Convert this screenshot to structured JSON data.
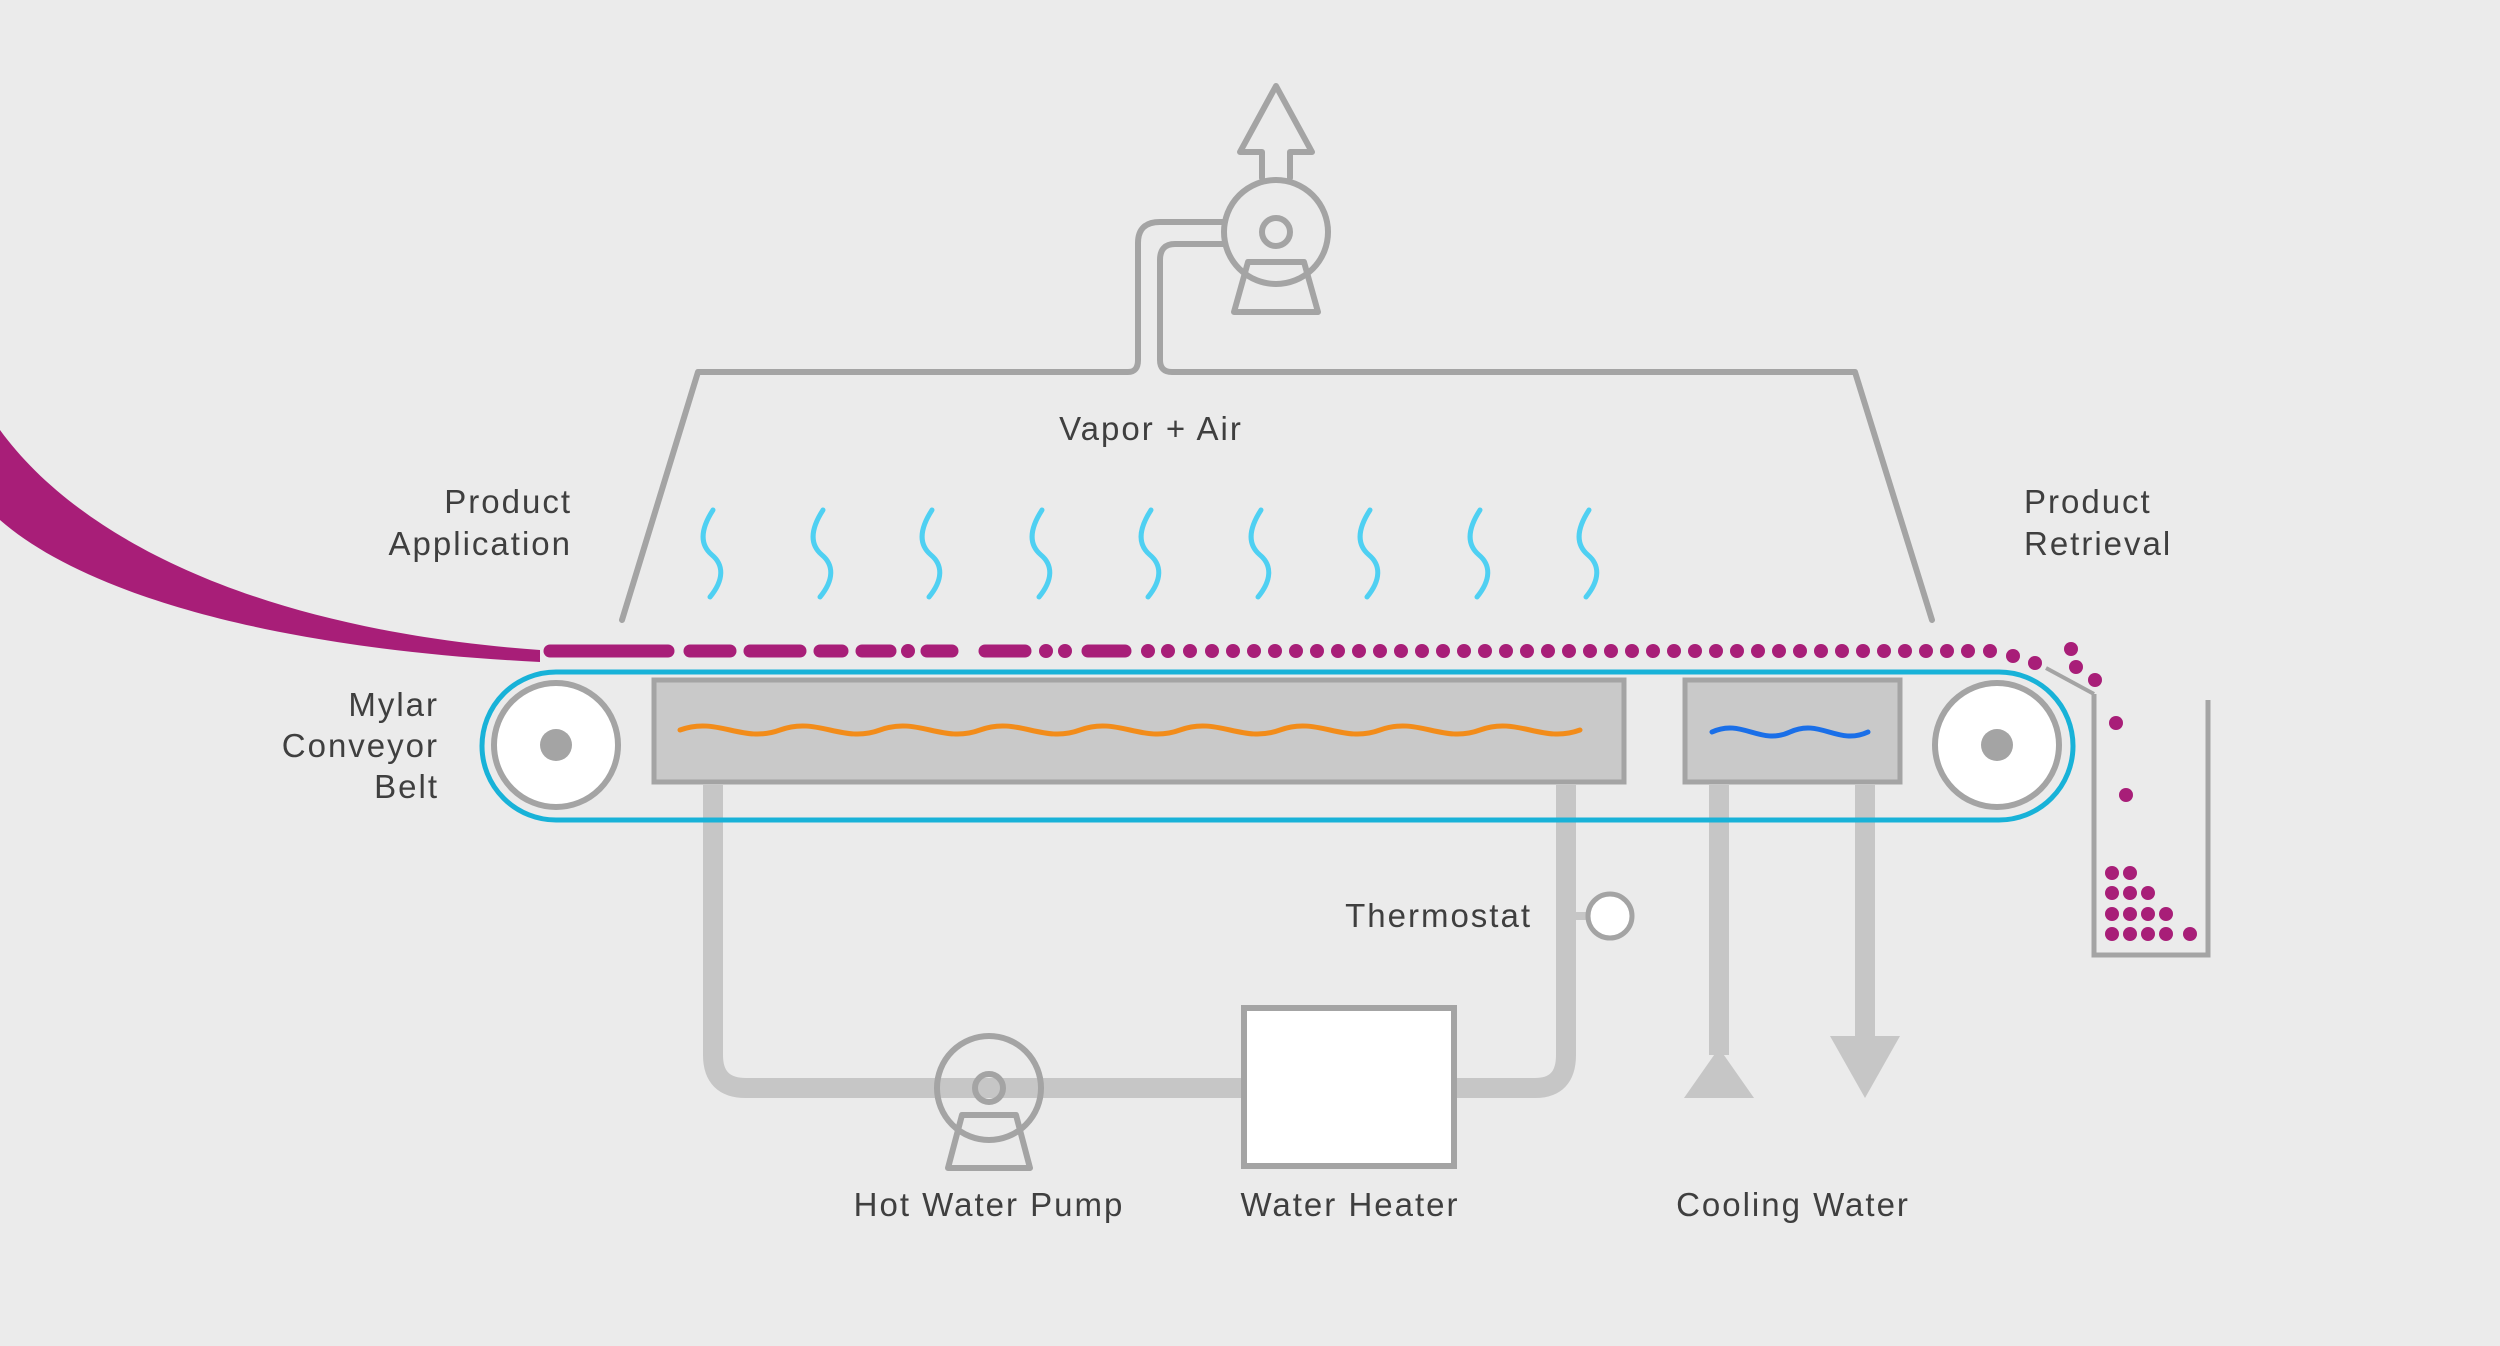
{
  "labels": {
    "vapor_air": "Vapor + Air",
    "product_application_line1": "Product",
    "product_application_line2": "Application",
    "product_retrieval_line1": "Product",
    "product_retrieval_line2": "Retrieval",
    "belt_line1": "Mylar",
    "belt_line2": "Conveyor",
    "belt_line3": "Belt",
    "thermostat": "Thermostat",
    "hot_water_pump": "Hot Water Pump",
    "water_heater": "Water Heater",
    "cooling_water": "Cooling Water"
  },
  "colors": {
    "background": "#ebebeb",
    "outline": "#a4a4a4",
    "pipe": "#c6c6c6",
    "tank_fill": "#c9c9c9",
    "belt": "#18b2d8",
    "product": "#a81e78",
    "vapor": "#4fd0f2",
    "hot_wave": "#f28c1a",
    "cold_wave": "#1a6fe8",
    "text": "#3f3f3f"
  }
}
